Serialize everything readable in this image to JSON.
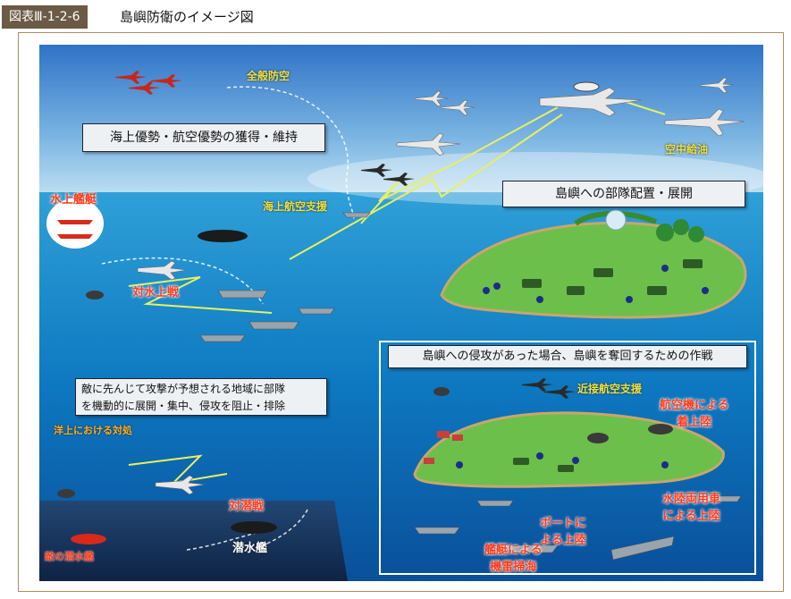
{
  "figure": {
    "label": "図表Ⅲ-1-2-6",
    "title": "島嶼防衛のイメージ図"
  },
  "boxes": {
    "sea_air_superiority": "海上優勢・航空優勢の獲得・維持",
    "island_deployment": "島嶼への部隊配置・展開",
    "recapture": "島嶼への侵攻があった場合、島嶼を奪回するための作戦",
    "preemptive_line1": "敵に先んじて攻撃が予想される地域に部隊",
    "preemptive_line2": "を機動的に展開・集中、侵攻を阻止・排除"
  },
  "labels": {
    "area_air_defense": "全般防空",
    "aerial_refueling": "空中給油",
    "maritime_air_support": "海上航空支援",
    "surface_ships": "水上艦艇",
    "anti_surface_warfare": "対水上戦",
    "response_at_sea": "洋上における対処",
    "anti_submarine_warfare": "対潜戦",
    "submarine": "潜水艦",
    "enemy_submarine": "敵の潜水艦",
    "close_air_support": "近接航空支援",
    "airborne_landing_1": "航空機による",
    "airborne_landing_2": "着上陸",
    "amphibious_landing_1": "水陸両用車",
    "amphibious_landing_2": "による上陸",
    "boat_landing_1": "ボートに",
    "boat_landing_2": "よる上陸",
    "minesweeping_1": "艦艇による",
    "minesweeping_2": "機雷掃海"
  },
  "colors": {
    "sky_top": "#2f73c6",
    "sea_deep": "#0d6fb8",
    "island_green": "#6cbf4a",
    "link_yellow": "#e8f060",
    "label_red": "#ff3b1a",
    "frame_brown": "#6b5a45"
  }
}
